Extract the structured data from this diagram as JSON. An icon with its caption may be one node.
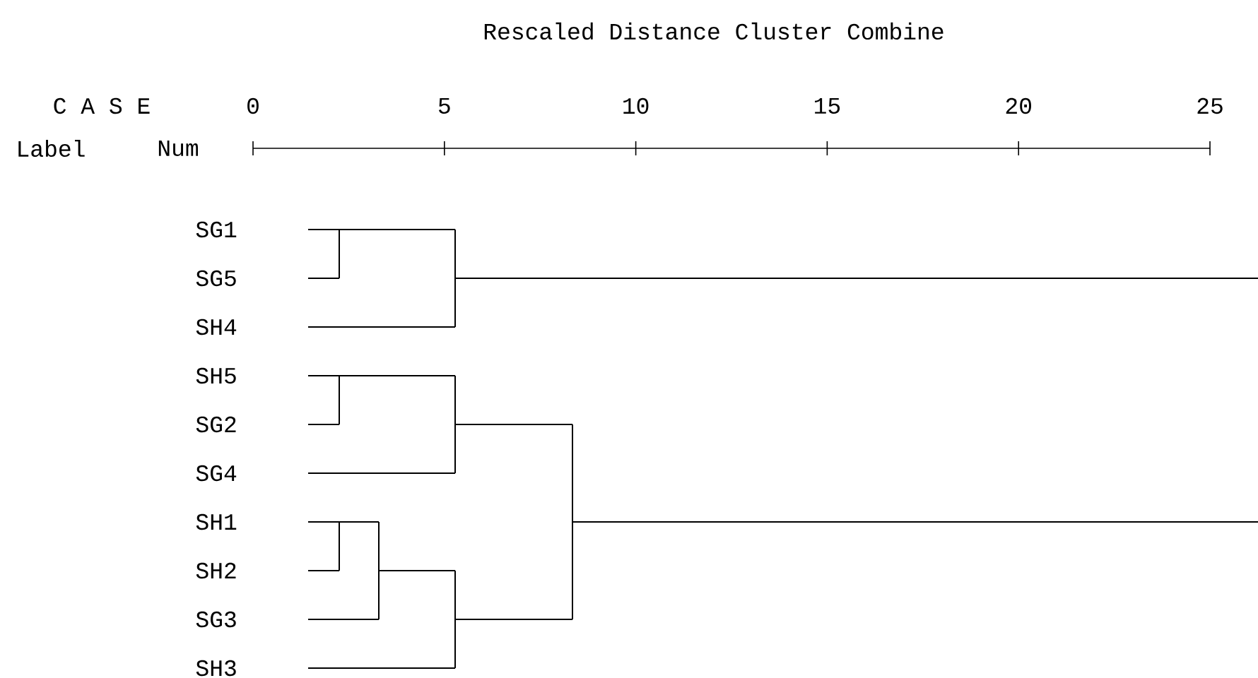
{
  "diagram": {
    "title": "Rescaled Distance Cluster Combine",
    "nodes": [
      {
        "text": [
          "SG1"
        ]
      },
      {
        "text": [
          "SG5"
        ]
      },
      {
        "text": [
          "SH4"
        ]
      },
      {
        "text": [
          "SH5"
        ]
      },
      {
        "text": [
          "SG2"
        ]
      },
      {
        "text": [
          "SG4"
        ]
      },
      {
        "text": [
          "SH1"
        ]
      },
      {
        "text": [
          "SH2"
        ]
      },
      {
        "text": [
          "SG3"
        ]
      },
      {
        "text": [
          "SH3"
        ]
      }
    ],
    "labels": [
      "C A S E",
      "0",
      "5",
      "10",
      "15",
      "20",
      "25",
      "Label",
      "Num"
    ]
  }
}
